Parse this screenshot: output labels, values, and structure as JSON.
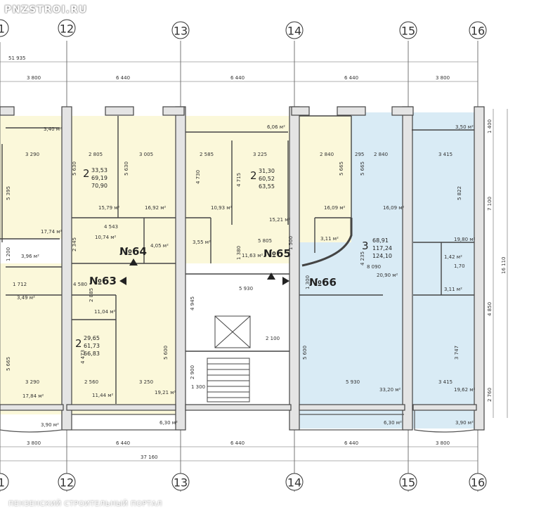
{
  "site_watermark": "PNZSTROI.RU",
  "bottom_watermark": "ПЕНЗЕНСКИЙ СТРОИТЕЛЬНЫЙ ПОРТАЛ",
  "colors": {
    "cream": "#fbf8da",
    "blue": "#d9ebf5",
    "line": "#444444",
    "wall": "#e4e4e4"
  },
  "axes_top": [
    "1",
    "12",
    "13",
    "14",
    "15",
    "16"
  ],
  "axes_bottom": [
    "1",
    "12",
    "13",
    "14",
    "15",
    "16"
  ],
  "overall_top": "51 935",
  "overall_bottom": "37 160",
  "top_spans": [
    "3 800",
    "6 440",
    "6 440",
    "6 440",
    "3 800"
  ],
  "bottom_spans": [
    "3 800",
    "6 440",
    "6 440",
    "6 440",
    "3 800"
  ],
  "right_dims": [
    "1 400",
    "5 822",
    "7 100",
    "16 110",
    "4 850",
    "2 760"
  ],
  "apartments": [
    {
      "num": "№64",
      "rooms": "2",
      "area1": "33,53",
      "area2": "69,19",
      "area3": "70,90"
    },
    {
      "num": "№65",
      "rooms": "2",
      "area1": "31,30",
      "area2": "60,52",
      "area3": "63,55"
    },
    {
      "num": "№66",
      "rooms": "3",
      "area1": "68,91",
      "area2": "117,24",
      "area3": "124,10"
    },
    {
      "num": "№63",
      "rooms": "2",
      "area1": "29,65",
      "area2": "61,73",
      "area3": "66,83"
    }
  ],
  "room_areas": {
    "a1": "3,40 м²",
    "a2": "6,06 м²",
    "a3": "3,50 м²",
    "a4": "17,74 м²",
    "a5": "15,79 м²",
    "a6": "16,92 м²",
    "a7": "10,93 м²",
    "a8": "15,21 м²",
    "a9": "16,09 м²",
    "a10": "16,09 м²",
    "a11": "19,80 м²",
    "a12": "3,96 м²",
    "a13": "10,74 м²",
    "a14": "4,05 м²",
    "a15": "3,55 м²",
    "a16": "11,63 м²",
    "a17": "3,11 м²",
    "a18": "1,42 м²",
    "a19": "1,70",
    "a20": "3,11 м²",
    "a21": "20,90 м²",
    "a22": "3,49 м²",
    "a23": "11,04 м²",
    "a24": "17,84 м²",
    "a25": "11,44 м²",
    "a26": "19,21 м²",
    "a27": "33,20 м²",
    "a28": "19,62 м²",
    "a29": "3,90 м²",
    "a30": "6,30 м²",
    "a31": "6,30 м²",
    "a32": "3,90 м²"
  },
  "room_dims": {
    "d1": "3 290",
    "d2": "2 805",
    "d3": "3 005",
    "d4": "2 585",
    "d5": "3 225",
    "d6": "2 840",
    "d7": "2 840",
    "d8": "3 415",
    "d9": "5 630",
    "d10": "5 630",
    "d11": "4 730",
    "d12": "4 715",
    "d13": "5 665",
    "d14": "5 665",
    "d15": "5 395",
    "d16": "4 543",
    "d17": "5 805",
    "d18": "4 235",
    "d19": "8 090",
    "d20": "4 580",
    "d21": "5 930",
    "d22": "2 100",
    "d23": "3 290",
    "d24": "2 560",
    "d25": "3 250",
    "d26": "5 930",
    "d27": "3 415",
    "d28": "1 712",
    "d29": "4 945",
    "d30": "4 473",
    "d31": "5 600",
    "d32": "5 600",
    "d33": "3 747",
    "d34": "2 900",
    "d35": "1 300",
    "d36": "1 200",
    "d37": "2 345",
    "d38": "1 380",
    "d39": "1 500",
    "d40": "2 885",
    "d41": "295",
    "d42": "1 300",
    "d43": "5 665"
  }
}
